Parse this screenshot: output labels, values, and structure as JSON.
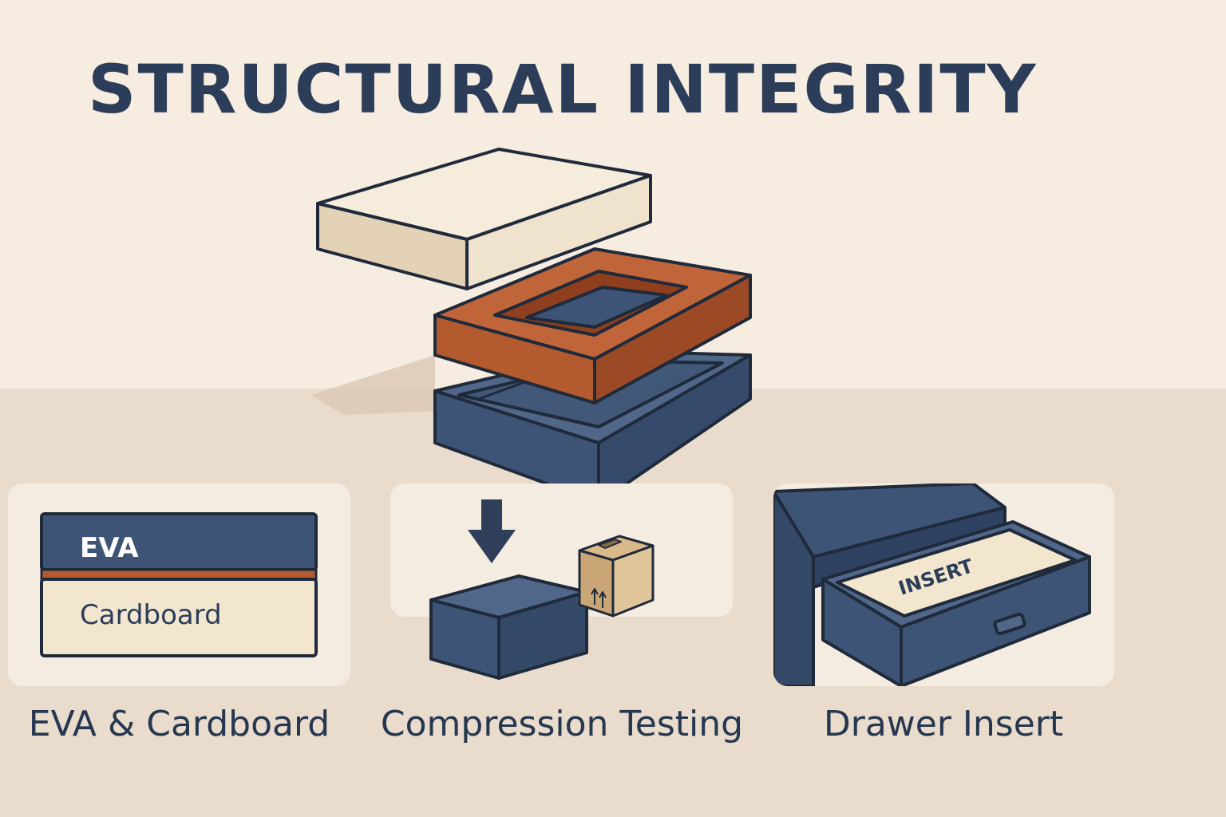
{
  "title": "STRUCTURAL INTEGRITY",
  "panels": [
    {
      "caption": "EVA & Cardboard",
      "labels": {
        "top": "EVA",
        "bottom": "Cardboard"
      }
    },
    {
      "caption": "Compression Testing"
    },
    {
      "caption": "Drawer Insert",
      "labels": {
        "insert": "INSERT"
      }
    }
  ],
  "colors": {
    "navy": "#3e5476",
    "rust": "#b35a2e",
    "cream": "#f3e6cf",
    "outline": "#1f2a3a",
    "background": "#f7ece0",
    "floor": "#e9dccc"
  }
}
